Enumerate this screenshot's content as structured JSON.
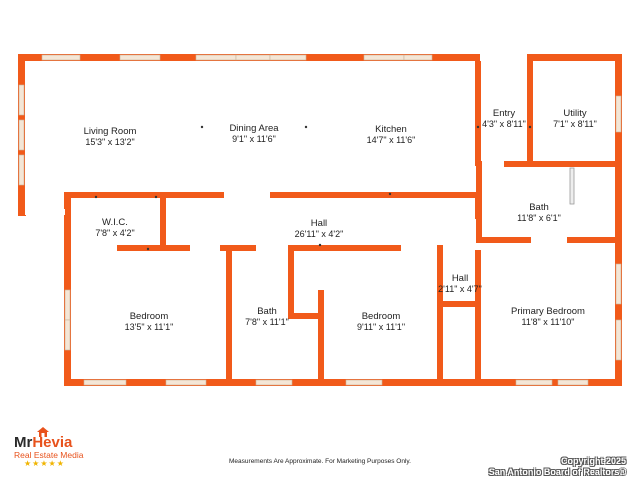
{
  "rooms": {
    "living": {
      "name": "Living Room",
      "dims": "15'3\" x 13'2\""
    },
    "dining": {
      "name": "Dining Area",
      "dims": "9'1\" x 11'6\""
    },
    "kitchen": {
      "name": "Kitchen",
      "dims": "14'7\" x 11'6\""
    },
    "entry": {
      "name": "Entry",
      "dims": "4'3\" x 8'11\""
    },
    "utility": {
      "name": "Utility",
      "dims": "7'1\" x 8'11\""
    },
    "wic": {
      "name": "W.I.C.",
      "dims": "7'8\" x 4'2\""
    },
    "hall_main": {
      "name": "Hall",
      "dims": "26'11\" x 4'2\""
    },
    "bath_top": {
      "name": "Bath",
      "dims": "11'8\" x 6'1\""
    },
    "bedroom_left": {
      "name": "Bedroom",
      "dims": "13'5\" x 11'1\""
    },
    "bath_mid": {
      "name": "Bath",
      "dims": "7'8\" x 11'1\""
    },
    "bedroom_mid": {
      "name": "Bedroom",
      "dims": "9'11\" x 11'1\""
    },
    "hall_small": {
      "name": "Hall",
      "dims": "2'11\" x 4'7\""
    },
    "primary": {
      "name": "Primary Bedroom",
      "dims": "11'8\" x 11'10\""
    }
  },
  "logo": {
    "name_a": "Mr",
    "name_b": "Hevia",
    "tagline": "Real Estate Media",
    "stars": "★★★★★"
  },
  "footer": {
    "disclaimer": "Measurements Are Approximate. For Marketing Purposes Only.",
    "copyright_line1": "Copyright 2025",
    "copyright_line2": "San Antonio Board of Realtors®"
  },
  "colors": {
    "wall": "#f15a1a",
    "window": "#f4e6d6",
    "text": "#222222"
  }
}
